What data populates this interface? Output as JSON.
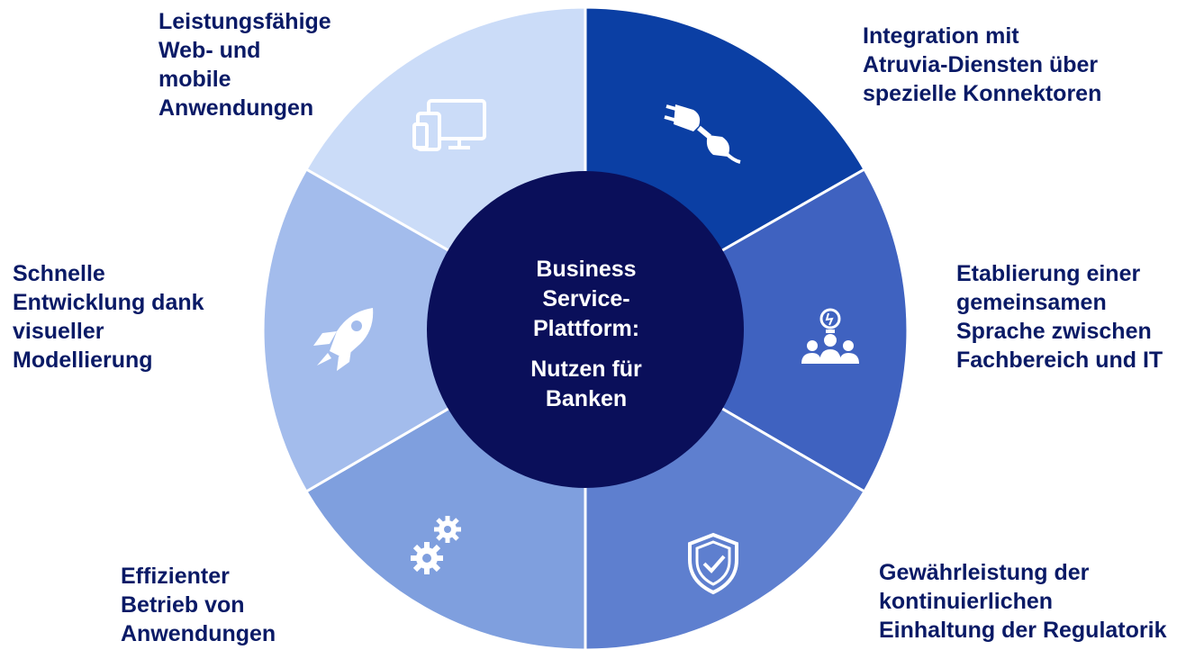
{
  "center": {
    "line1": "Business",
    "line2": "Service-",
    "line3": "Plattform:",
    "line4": "Nutzen für",
    "line5": "Banken"
  },
  "segments": [
    {
      "id": "web-mobile",
      "icon": "devices-icon",
      "color": "#cbdcf8",
      "lines": [
        "Leistungsfähige",
        "Web- und",
        "mobile",
        "Anwendungen"
      ]
    },
    {
      "id": "integration",
      "icon": "plug-icon",
      "color": "#0b3fa4",
      "lines": [
        "Integration mit",
        "Atruvia-Diensten über",
        "spezielle Konnektoren"
      ]
    },
    {
      "id": "sprache",
      "icon": "team-idea-icon",
      "color": "#3f62c0",
      "lines": [
        "Etablierung einer",
        "gemeinsamen",
        "Sprache zwischen",
        "Fachbereich und IT"
      ]
    },
    {
      "id": "regulatorik",
      "icon": "shield-check-icon",
      "color": "#5e7fcf",
      "lines": [
        "Gewährleistung der",
        "kontinuierlichen",
        "Einhaltung der Regulatorik"
      ]
    },
    {
      "id": "betrieb",
      "icon": "gears-icon",
      "color": "#7f9fde",
      "lines": [
        "Effizienter",
        "Betrieb von",
        "Anwendungen"
      ]
    },
    {
      "id": "entwicklung",
      "icon": "rocket-icon",
      "color": "#a3bcec",
      "lines": [
        "Schnelle",
        "Entwicklung dank",
        "visueller",
        "Modellierung"
      ]
    }
  ],
  "colors": {
    "center": "#0a0f5a",
    "label": "#0a1a66",
    "icon": "#ffffff"
  }
}
